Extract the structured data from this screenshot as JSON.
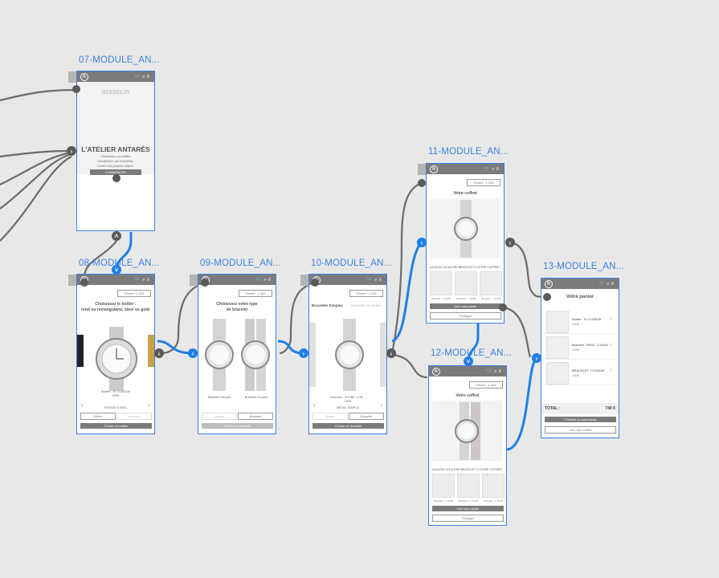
{
  "artboards": {
    "a07": {
      "title": "07-MODULE_AN...",
      "brand": "HERBELIN",
      "heading": "L'ATELIER ANTARÈS",
      "lines": [
        "Choisissez un boîtier.",
        "Choisissez vos bracelets.",
        "Créez vos propres styles."
      ],
      "cta": "COMMENCER"
    },
    "a08": {
      "title": "08-MODULE_AN...",
      "panier": "Panier : 1 026",
      "heading1": "Choisissez le boitier :",
      "heading2": "rond ou rectangulaire, steel ou gold.",
      "caption1": "Boîtier - N 17443/28",
      "caption2": "430€",
      "variant": "RONDS STEEL",
      "tab1": "Boîtier",
      "tab2": "Bracelet",
      "cta": "Choisir ce boîtier",
      "prev": "‹",
      "next": "›"
    },
    "a09": {
      "title": "09-MODULE_AN...",
      "panier": "Panier : 1 026",
      "heading1": "Choisissez votre type",
      "heading2": "de bracelet",
      "label1": "Bracelet Simple",
      "label2": "Bracelet Double",
      "tab1": "Boîtier",
      "tab2": "Bracelet",
      "cta": "Choisir ce bracelet"
    },
    "a10": {
      "title": "10-MODULE_AN...",
      "panier": "Panier : 1 026",
      "tabA": "Bracelets Simples",
      "tabB": "Bracelets Doubles",
      "caption1": "Bracelet - B7ZBK 17/B...",
      "caption2": "102€",
      "variant": "MÉTAL SIMPLE",
      "tab1": "Boîtier",
      "tab2": "Bracelet",
      "cta": "Choisir ce bracelet",
      "prev": "‹",
      "next": "›"
    },
    "a11": {
      "title": "11-MODULE_AN...",
      "panier": "Panier : 1 026",
      "heading": "Votre coffret",
      "section": "AJOUTEZ UN AUTRE BRACELET À VOTRE COFFRET",
      "thumbs": [
        "Bracelet - Y 1/2/B",
        "Bracelet - Y 1/2/B",
        "Bracelet - Y 1/2/B"
      ],
      "cta": "Voir mon panier",
      "share": "Partager"
    },
    "a12": {
      "title": "12-MODULE_AN...",
      "panier": "Panier : 1 026",
      "heading": "Votre coffret",
      "section": "AJOUTEZ UN AUTRE BRACELET À VOTRE COFFRET",
      "thumbs": [
        "Bracelet - Y 1/2/B",
        "Bracelet - Y 1/2/B",
        "Bracelet - Y 1/2/B"
      ],
      "cta": "Voir mon panier",
      "share": "Partager"
    },
    "a13": {
      "title": "13-MODULE_AN...",
      "heading": "Votre panier",
      "items": [
        {
          "name": "Boîtier - N 17443/28",
          "price": "430€"
        },
        {
          "name": "Bracelet - BRAC 17/AV/A",
          "price": "120€"
        },
        {
          "name": "BRACELET 17/443/AP",
          "price": "190€"
        }
      ],
      "total_label": "TOTAL :",
      "total_value": "740 €",
      "cta": "Finaliser la commande",
      "secondary": "Voir mon coffret"
    }
  },
  "colors": {
    "accent": "#3b82e0",
    "wire_gray": "#6b6b6b",
    "wire_blue": "#1f7fe8"
  }
}
